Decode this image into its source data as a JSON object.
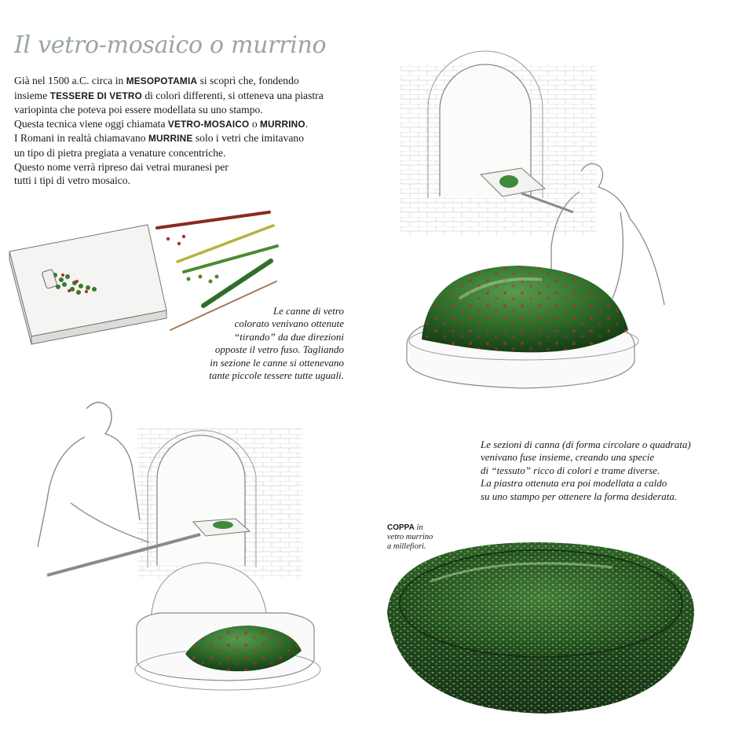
{
  "title": "Il vetro-mosaico o murrino",
  "intro": {
    "l1a": "Già nel 1500 a.C. circa in ",
    "l1b": "MESOPOTAMIA",
    "l1c": " si scoprì che, fondendo",
    "l2a": "insieme ",
    "l2b": "TESSERE DI VETRO",
    "l2c": " di colori differenti, si otteneva una piastra",
    "l3": "variopinta che poteva poi essere modellata su uno stampo.",
    "l4a": "Questa tecnica viene oggi chiamata ",
    "l4b": "VETRO-MOSAICO",
    "l4c": " o ",
    "l4d": "MURRINO",
    "l4e": ".",
    "l5a": "I Romani in realtà chiamavano ",
    "l5b": "MURRINE",
    "l5c": "  solo i vetri che imitavano",
    "l6": "un tipo di pietra pregiata a venature concentriche.",
    "l7": "Questo nome verrà ripreso dai vetrai muranesi per",
    "l8": "tutti i tipi di vetro mosaico."
  },
  "caption1": {
    "l1": "Le canne di vetro",
    "l2": "colorato venivano ottenute",
    "l3": "“tirando” da due direzioni",
    "l4": "opposte il vetro fuso. Tagliando",
    "l5": "in sezione le canne si ottenevano",
    "l6": "tante piccole tessere tutte uguali."
  },
  "caption2": {
    "l1": "Le sezioni di canna (di forma circolare o quadrata)",
    "l2": "venivano fuse insieme, creando una specie",
    "l3": "di “tessuto” ricco di colori e trame diverse.",
    "l4": "La piastra ottenuta era poi modellata a caldo",
    "l5": "su uno stampo per ottenere la forma desiderata."
  },
  "caption3": {
    "bold": "COPPA",
    "l1": " in",
    "l2": "vetro murrino",
    "l3": "a millefiori."
  },
  "colors": {
    "title": "#9aa4a8",
    "glass_green": "#2f6e2a",
    "glass_dark": "#1d4a1b",
    "murrine_red": "#a8322c",
    "sketch": "#8a8a8a"
  }
}
